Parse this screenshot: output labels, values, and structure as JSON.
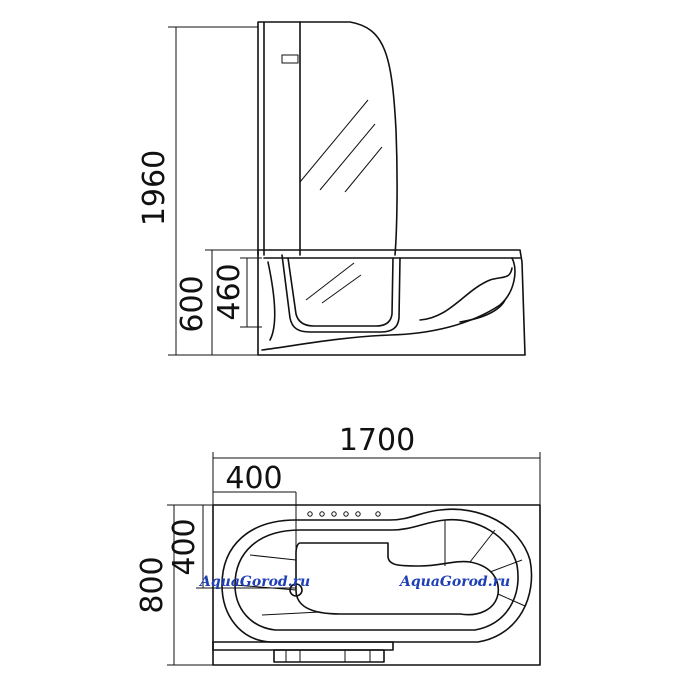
{
  "dimensions": {
    "side_height_total": "1960",
    "side_height_tub": "600",
    "side_height_door": "460",
    "top_length": "1700",
    "top_width": "800",
    "drain_offset_x": "400",
    "drain_offset_y": "400"
  },
  "watermark": {
    "left": "AquaGorod.ru",
    "right": "AquaGorod.ru"
  },
  "colors": {
    "line": "#111111",
    "watermark": "#1e3fb5",
    "background": "#ffffff"
  }
}
